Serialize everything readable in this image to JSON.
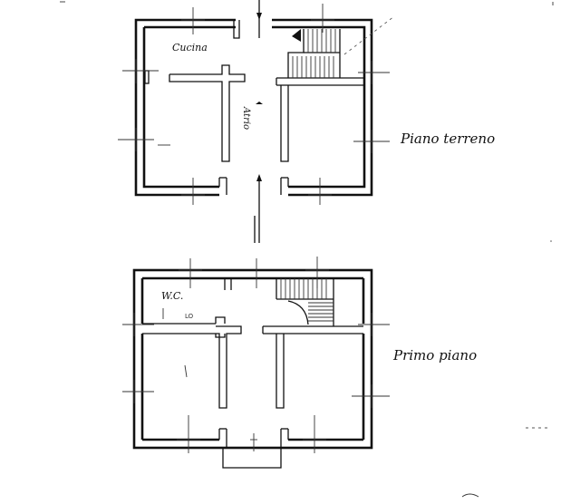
{
  "drawing": {
    "ground_floor": {
      "title": "Piano terreno",
      "rooms": {
        "kitchen_label": "Cucina",
        "atrium_label": "Atrio"
      }
    },
    "first_floor": {
      "title": "Primo piano",
      "rooms": {
        "wc_label": "W.C."
      }
    },
    "colors": {
      "ink": "#111111",
      "paper": "#ffffff"
    }
  }
}
